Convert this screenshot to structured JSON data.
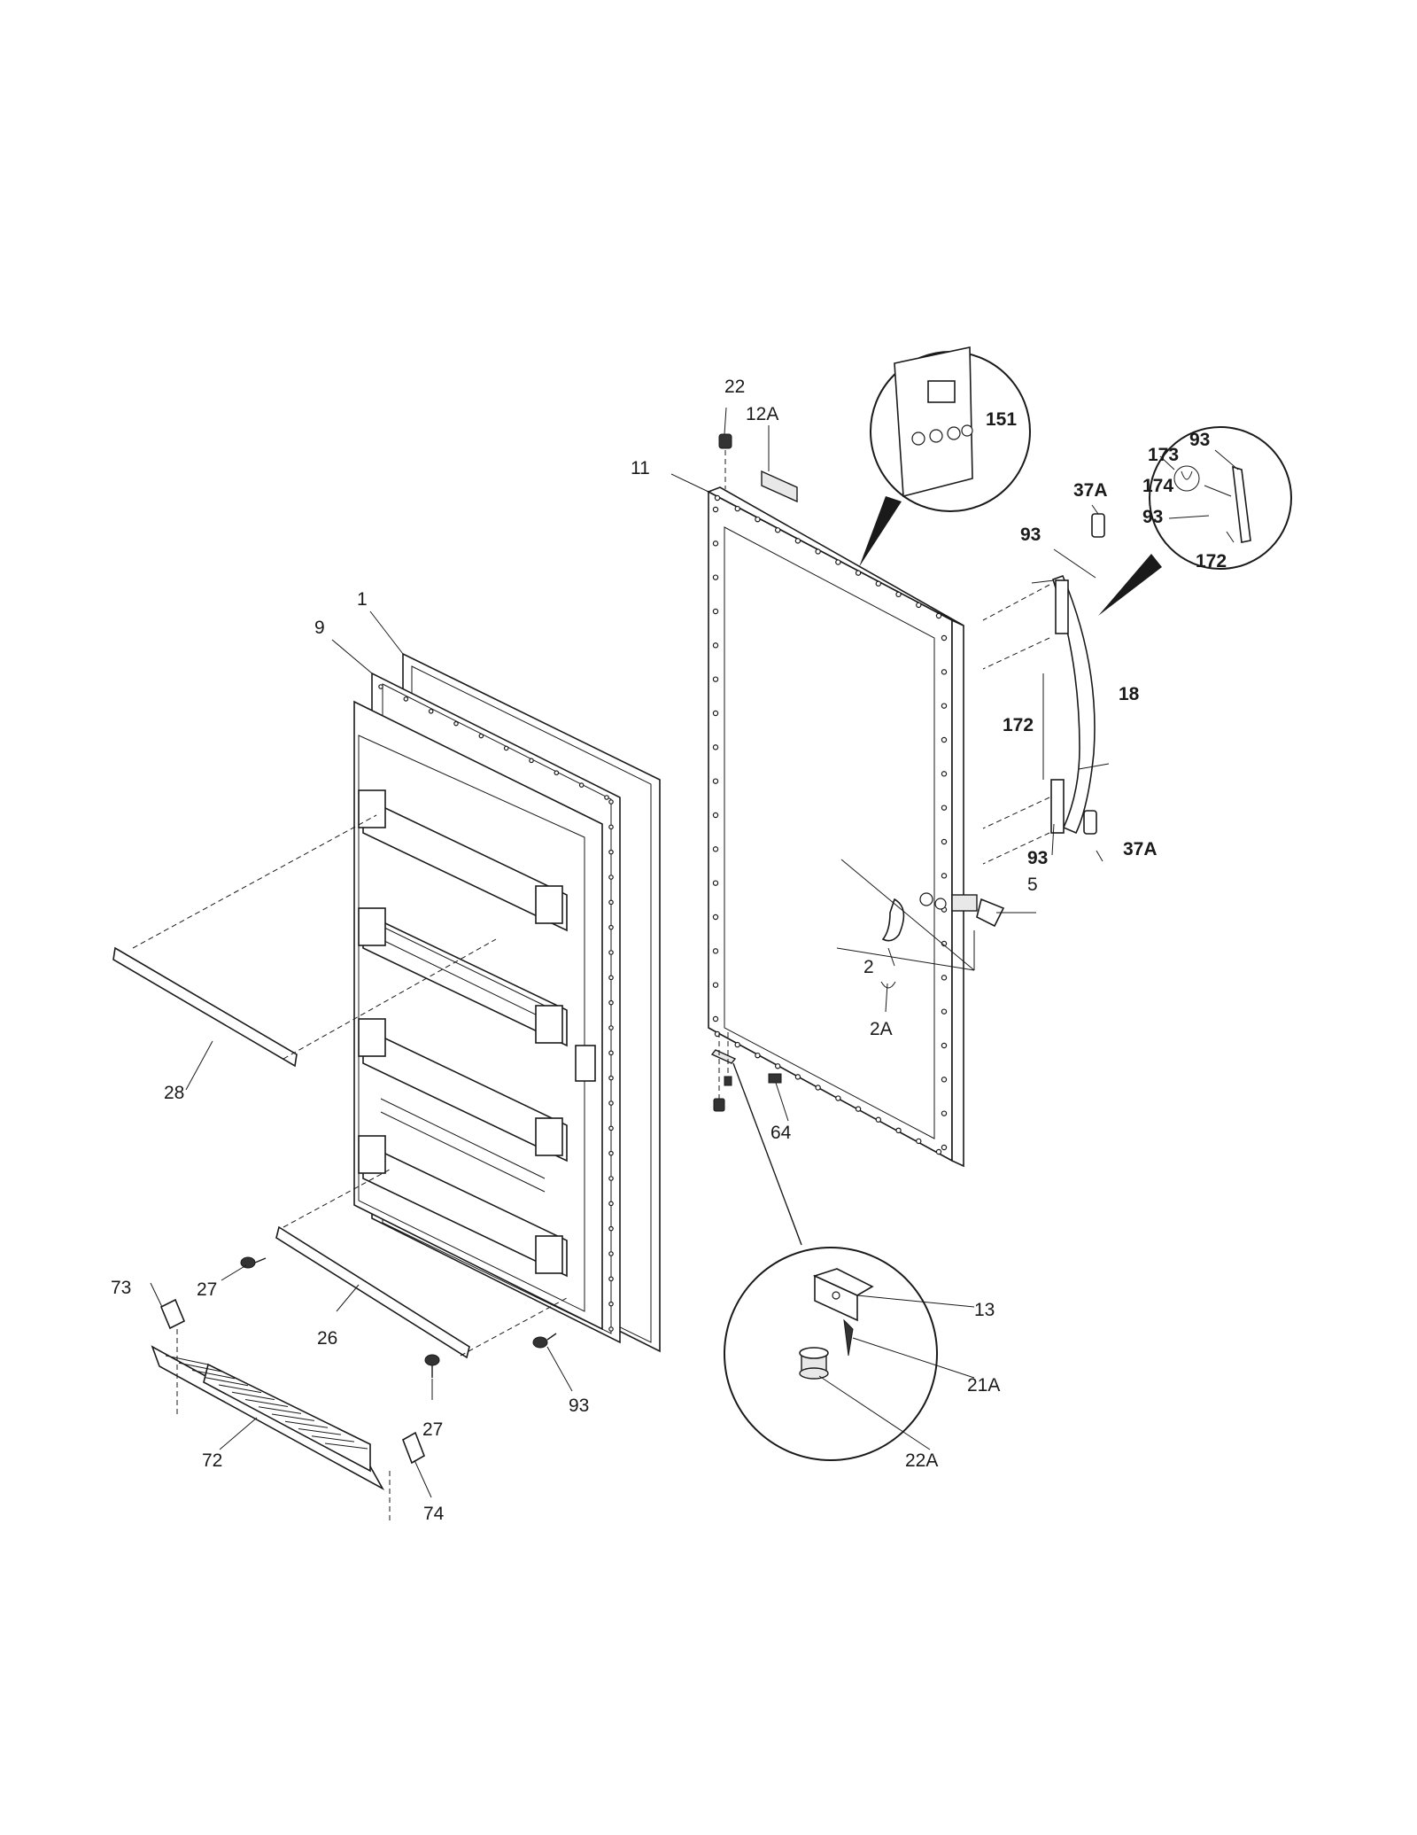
{
  "labels": {
    "l1": "1",
    "l9": "9",
    "l11": "11",
    "l12A": "12A",
    "l22": "22",
    "l151": "151",
    "l37A_top": "37A",
    "l37A_bot": "37A",
    "l173": "173",
    "l93_ci_top": "93",
    "l174": "174",
    "l93_ci_mid": "93",
    "l172_ci": "172",
    "l93_handle_top": "93",
    "l18": "18",
    "l172_mid": "172",
    "l93_handle_bot": "93",
    "l5": "5",
    "l2": "2",
    "l2A": "2A",
    "l64": "64",
    "l13": "13",
    "l21A": "21A",
    "l22A": "22A",
    "l28": "28",
    "l27_a": "27",
    "l27_b": "27",
    "l26": "26",
    "l73": "73",
    "l72": "72",
    "l74": "74",
    "l93_bot": "93"
  }
}
